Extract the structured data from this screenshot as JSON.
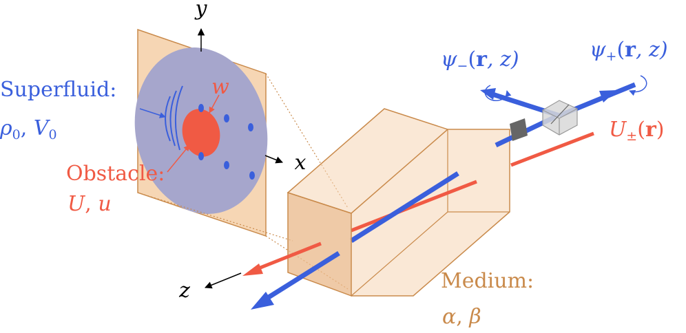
{
  "colors": {
    "blue": "#3a5fdc",
    "red": "#f05a44",
    "orange": "#c98a4b",
    "slab_fill": "#f6d6b4",
    "disc_fill": "#a6a6cc",
    "black": "#000000"
  },
  "axes": {
    "x": "x",
    "y": "y",
    "z": "z"
  },
  "superfluid": {
    "title": "Superfluid:",
    "params_rho": "ρ",
    "rho_sub": "0",
    "sep": ", ",
    "params_v": "V",
    "v_sub": "0"
  },
  "obstacle": {
    "title": "Obstacle:",
    "param1": "U",
    "sep": ", ",
    "param2": "u"
  },
  "width_label": "w",
  "medium": {
    "title": "Medium:",
    "param1": "α",
    "sep": ", ",
    "param2": "β"
  },
  "psi_minus": {
    "symbol": "ψ",
    "sub": "−",
    "open": "(",
    "r": "r",
    "rest": ", z)"
  },
  "psi_plus": {
    "symbol": "ψ",
    "sub": "+",
    "open": "(",
    "r": "r",
    "rest": ", z)"
  },
  "potential": {
    "symbol": "U",
    "sub": "±",
    "open": "(",
    "r": "r",
    "close": ")"
  }
}
